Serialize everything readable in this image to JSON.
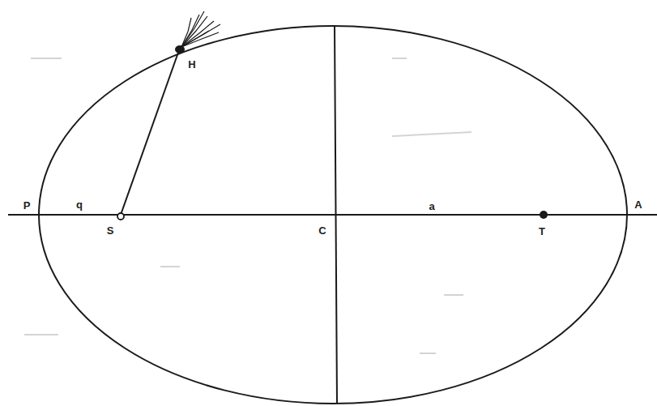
{
  "diagram": {
    "labels": [
      "P",
      "q",
      "S",
      "C",
      "a",
      "T",
      "A",
      "H"
    ]
  }
}
